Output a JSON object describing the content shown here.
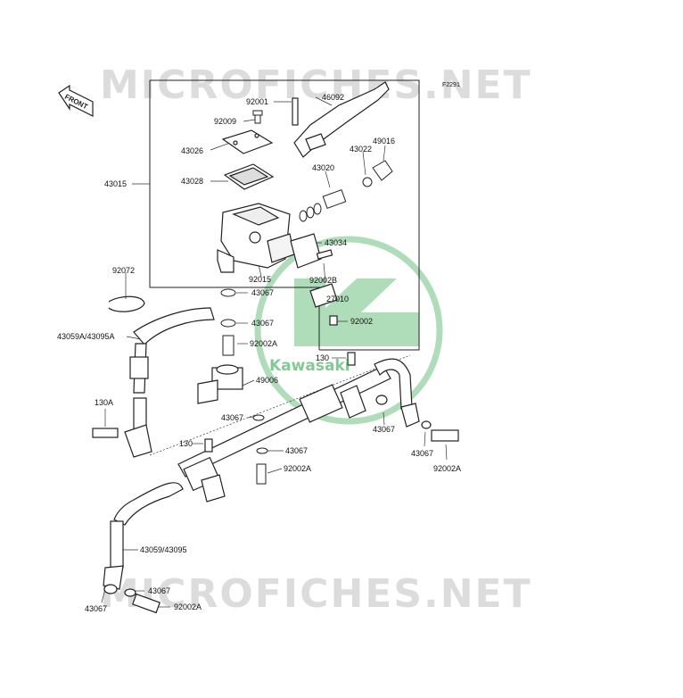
{
  "figure_code": "F2291",
  "direction_tag": "FRONT",
  "watermark": {
    "text": "MICROFICHES.NET",
    "color": "#dcdcdc"
  },
  "brand": {
    "logo_text": "Kawasaki",
    "color": "#1e9f3a"
  },
  "parts": [
    {
      "id": "p-92001",
      "label": "92001"
    },
    {
      "id": "p-46092",
      "label": "46092"
    },
    {
      "id": "p-92009",
      "label": "92009"
    },
    {
      "id": "p-43026",
      "label": "43026"
    },
    {
      "id": "p-43022",
      "label": "43022"
    },
    {
      "id": "p-49016",
      "label": "49016"
    },
    {
      "id": "p-43020",
      "label": "43020"
    },
    {
      "id": "p-43028",
      "label": "43028"
    },
    {
      "id": "p-43015",
      "label": "43015"
    },
    {
      "id": "p-43034",
      "label": "43034"
    },
    {
      "id": "p-92072",
      "label": "92072"
    },
    {
      "id": "p-92015",
      "label": "92015"
    },
    {
      "id": "p-92002b",
      "label": "92002B"
    },
    {
      "id": "p-43067-a",
      "label": "43067"
    },
    {
      "id": "p-27010",
      "label": "27010"
    },
    {
      "id": "p-92002-a",
      "label": "92002"
    },
    {
      "id": "p-43067-b",
      "label": "43067"
    },
    {
      "id": "p-43059a",
      "label": "43059A/43095A"
    },
    {
      "id": "p-92002a-a",
      "label": "92002A"
    },
    {
      "id": "p-130-a",
      "label": "130"
    },
    {
      "id": "p-49006",
      "label": "49006"
    },
    {
      "id": "p-130a",
      "label": "130A"
    },
    {
      "id": "p-43067-c",
      "label": "43067"
    },
    {
      "id": "p-43067-d",
      "label": "43067"
    },
    {
      "id": "p-130-b",
      "label": "130"
    },
    {
      "id": "p-43067-e",
      "label": "43067"
    },
    {
      "id": "p-43067-f",
      "label": "43067"
    },
    {
      "id": "p-92002a-b",
      "label": "92002A"
    },
    {
      "id": "p-92002a-c",
      "label": "92002A"
    },
    {
      "id": "p-43059",
      "label": "43059/43095"
    },
    {
      "id": "p-43067-g",
      "label": "43067"
    },
    {
      "id": "p-43067-h",
      "label": "43067"
    },
    {
      "id": "p-92002a-d",
      "label": "92002A"
    }
  ]
}
